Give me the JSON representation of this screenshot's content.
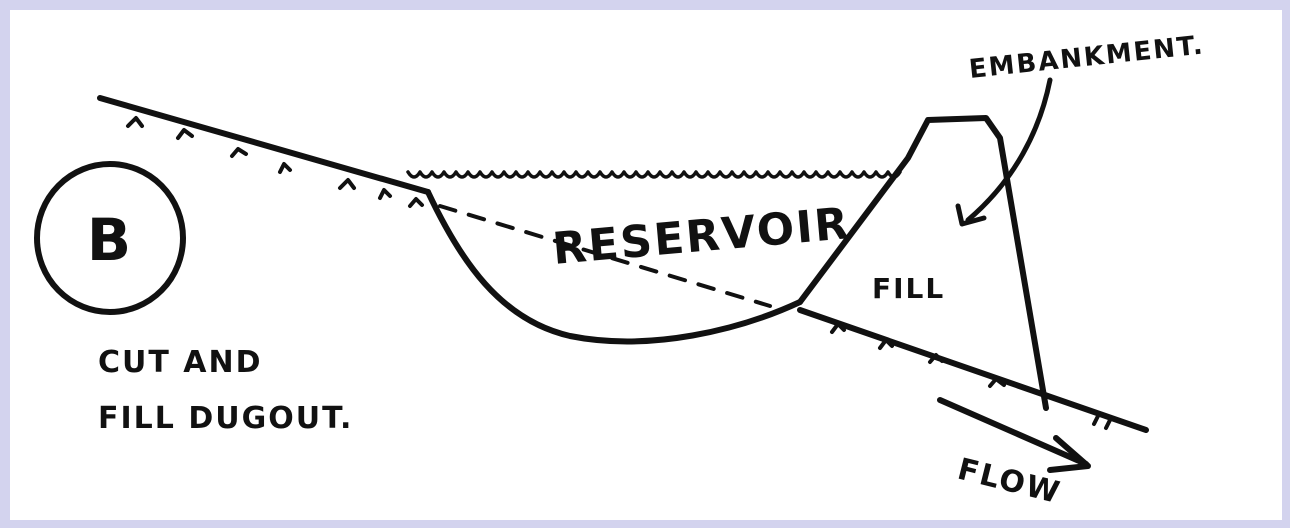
{
  "diagram": {
    "badge_letter": "B",
    "caption_line1": "CUT AND",
    "caption_line2": "FILL DUGOUT.",
    "labels": {
      "reservoir": "RESERVOIR",
      "embankment": "EMBANKMENT.",
      "fill": "FILL",
      "flow": "FLOW"
    }
  },
  "colors": {
    "ink": "#111111",
    "paper": "#ffffff",
    "border": "#d3d3ee"
  }
}
